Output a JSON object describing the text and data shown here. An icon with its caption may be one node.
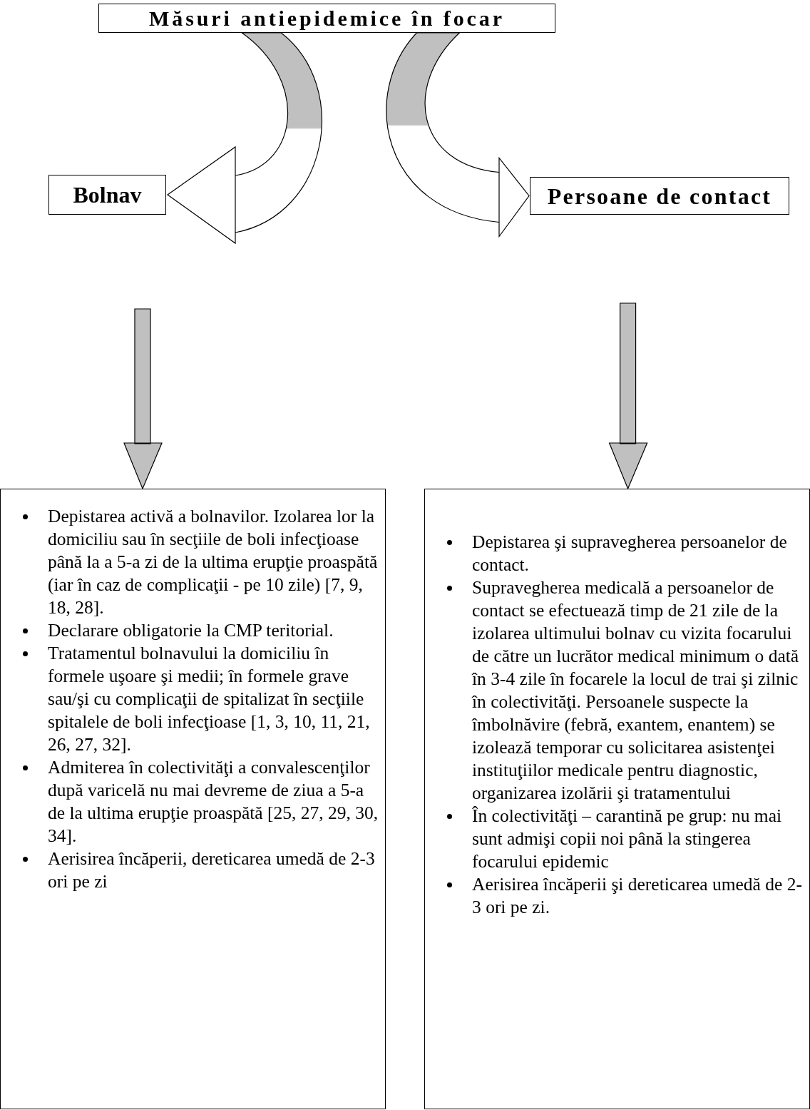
{
  "diagram": {
    "nodes": [
      {
        "text": [
          "Măsuri antiepidemice în focar"
        ]
      },
      {
        "text": [
          "Bolnav"
        ]
      },
      {
        "text": [
          "Persoane de contact"
        ]
      },
      {
        "text": [
          "Depistarea activă a bolnavilor. Izolarea lor la domiciliu sau în secţiile de boli infecţioase până la a 5-a zi de la ultima erupţie proaspătă (iar în caz de complicaţii - pe 10 zile) [7, 9, 18, 28].",
          "Declarare obligatorie la CMP teritorial.",
          "Tratamentul bolnavului la domiciliu în formele uşoare şi medii; în formele grave sau/şi cu complicaţii de spitalizat în secţiile spitalele de boli infecţioase [1, 3, 10, 11, 21, 26, 27, 32].",
          "Admiterea în colectivităţi a convalescenţilor după varicelă nu mai devreme de ziua a 5-a de la ultima erupţie proaspătă [25, 27, 29, 30, 34].",
          "Aerisirea încăperii, dereticarea umedă de 2-3 ori pe zi"
        ]
      },
      {
        "text": [
          "Depistarea şi supravegherea persoanelor de contact.",
          "Supravegherea medicală a persoanelor de contact se efectuează timp de 21 zile de la izolarea ultimului bolnav cu vizita focarului de către un lucrător medical minimum o dată în 3-4 zile în focarele la locul de trai şi zilnic în colectivităţi. Persoanele suspecte la îmbolnăvire (febră, exantem, enantem) se izolează temporar cu solicitarea asistenţei instituţiilor medicale pentru diagnostic, organizarea izolării şi tratamentului",
          "În colectivităţi – carantină pe grup: nu mai sunt admişi copii noi până la stingerea focarului epidemic",
          "Aerisirea încăperii şi dereticarea umedă de 2-3 ori pe zi."
        ]
      }
    ],
    "edges": [
      {
        "from": 0,
        "to": 1,
        "arrow": "to",
        "style": "thick"
      },
      {
        "from": 0,
        "to": 2,
        "arrow": "to",
        "style": "thick"
      },
      {
        "from": 1,
        "to": 3,
        "arrow": "to",
        "style": "thick"
      },
      {
        "from": 2,
        "to": 4,
        "arrow": "to",
        "style": "thick"
      }
    ]
  }
}
